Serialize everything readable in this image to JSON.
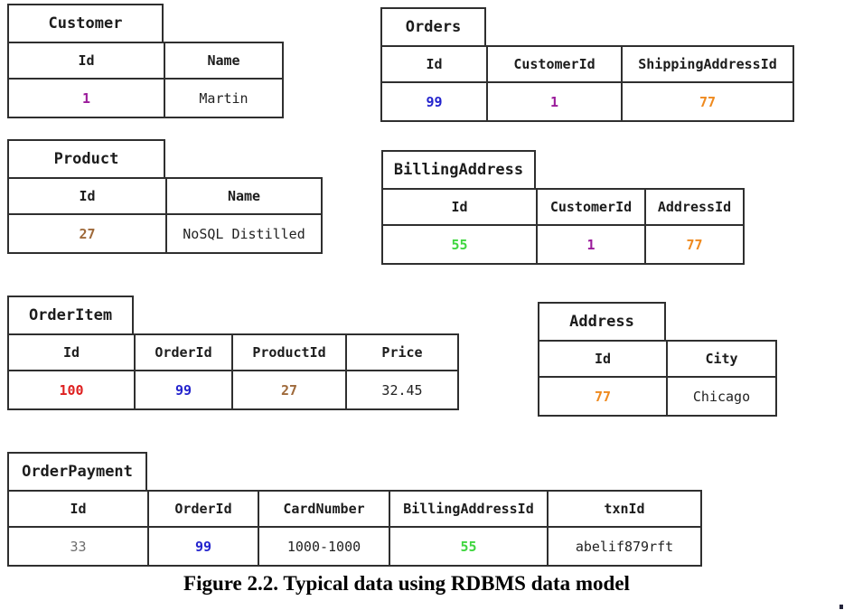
{
  "caption": "Figure 2.2. Typical data using RDBMS data model",
  "colors": {
    "purple": "#9b1b9b",
    "blue": "#2323cd",
    "orange": "#ef8a1f",
    "green": "#3fd63f",
    "red": "#de2020",
    "brown": "#9f6a3b",
    "gray": "#6e6e6e",
    "border": "#2f2f2f",
    "text": "#1c1c1c"
  },
  "tables": {
    "customer": {
      "title": "Customer",
      "headers": [
        "Id",
        "Name"
      ],
      "rows": [
        [
          {
            "t": "1",
            "c": "purple",
            "b": true
          },
          {
            "t": "Martin"
          }
        ]
      ]
    },
    "orders": {
      "title": "Orders",
      "headers": [
        "Id",
        "CustomerId",
        "ShippingAddressId"
      ],
      "rows": [
        [
          {
            "t": "99",
            "c": "blue",
            "b": true
          },
          {
            "t": "1",
            "c": "purple",
            "b": true
          },
          {
            "t": "77",
            "c": "orange",
            "b": true
          }
        ]
      ]
    },
    "product": {
      "title": "Product",
      "headers": [
        "Id",
        "Name"
      ],
      "rows": [
        [
          {
            "t": "27",
            "c": "brown",
            "b": true
          },
          {
            "t": "NoSQL Distilled"
          }
        ]
      ]
    },
    "billing_address": {
      "title": "BillingAddress",
      "headers": [
        "Id",
        "CustomerId",
        "AddressId"
      ],
      "rows": [
        [
          {
            "t": "55",
            "c": "green",
            "b": true
          },
          {
            "t": "1",
            "c": "purple",
            "b": true
          },
          {
            "t": "77",
            "c": "orange",
            "b": true
          }
        ]
      ]
    },
    "order_item": {
      "title": "OrderItem",
      "headers": [
        "Id",
        "OrderId",
        "ProductId",
        "Price"
      ],
      "rows": [
        [
          {
            "t": "100",
            "c": "red",
            "b": true
          },
          {
            "t": "99",
            "c": "blue",
            "b": true
          },
          {
            "t": "27",
            "c": "brown",
            "b": true
          },
          {
            "t": "32.45"
          }
        ]
      ]
    },
    "address": {
      "title": "Address",
      "headers": [
        "Id",
        "City"
      ],
      "rows": [
        [
          {
            "t": "77",
            "c": "orange",
            "b": true
          },
          {
            "t": "Chicago"
          }
        ]
      ]
    },
    "order_payment": {
      "title": "OrderPayment",
      "headers": [
        "Id",
        "OrderId",
        "CardNumber",
        "BillingAddressId",
        "txnId"
      ],
      "rows": [
        [
          {
            "t": "33",
            "c": "gray"
          },
          {
            "t": "99",
            "c": "blue",
            "b": true
          },
          {
            "t": "1000-1000"
          },
          {
            "t": "55",
            "c": "green",
            "b": true
          },
          {
            "t": "abelif879rft"
          }
        ]
      ]
    }
  }
}
